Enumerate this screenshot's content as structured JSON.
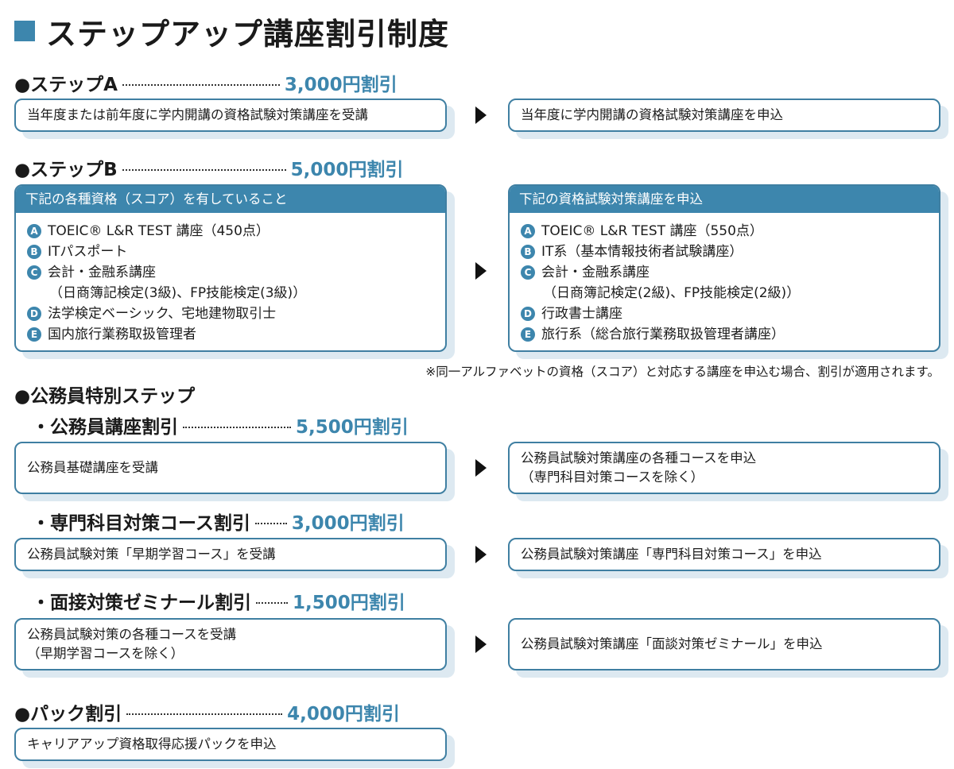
{
  "title": "ステップアップ講座割引制度",
  "stepA": {
    "name": "●ステップA",
    "discount": "3,000円割引",
    "left": "当年度または前年度に学内開講の資格試験対策講座を受講",
    "right": "当年度に学内開講の資格試験対策講座を申込"
  },
  "stepB": {
    "name": "●ステップB",
    "discount": "5,000円割引",
    "left": {
      "header": "下記の各種資格（スコア）を有していること",
      "items": [
        {
          "badge": "A",
          "lines": [
            "TOEIC® L&R TEST 講座（450点）"
          ]
        },
        {
          "badge": "B",
          "lines": [
            "ITパスポート"
          ]
        },
        {
          "badge": "C",
          "lines": [
            "会計・金融系講座",
            "（日商簿記検定(3級)、FP技能検定(3級)）"
          ]
        },
        {
          "badge": "D",
          "lines": [
            "法学検定ベーシック、宅地建物取引士"
          ]
        },
        {
          "badge": "E",
          "lines": [
            "国内旅行業務取扱管理者"
          ]
        }
      ]
    },
    "right": {
      "header": "下記の資格試験対策講座を申込",
      "items": [
        {
          "badge": "A",
          "lines": [
            "TOEIC® L&R TEST 講座（550点）"
          ]
        },
        {
          "badge": "B",
          "lines": [
            "IT系（基本情報技術者試験講座）"
          ]
        },
        {
          "badge": "C",
          "lines": [
            "会計・金融系講座",
            "（日商簿記検定(2級)、FP技能検定(2級)）"
          ]
        },
        {
          "badge": "D",
          "lines": [
            "行政書士講座"
          ]
        },
        {
          "badge": "E",
          "lines": [
            "旅行系（総合旅行業務取扱管理者講座）"
          ]
        }
      ]
    },
    "note": "※同一アルファベットの資格（スコア）と対応する講座を申込む場合、割引が適用されます。"
  },
  "koumuin": {
    "name": "●公務員特別ステップ",
    "sub1": {
      "name": "・公務員講座割引",
      "discount": "5,500円割引",
      "left": [
        "公務員基礎講座を受講"
      ],
      "right": [
        "公務員試験対策講座の各種コースを申込",
        "（専門科目対策コースを除く）"
      ]
    },
    "sub2": {
      "name": "・専門科目対策コース割引",
      "discount": "3,000円割引",
      "left": [
        "公務員試験対策「早期学習コース」を受講"
      ],
      "right": [
        "公務員試験対策講座「専門科目対策コース」を申込"
      ]
    },
    "sub3": {
      "name": "・面接対策ゼミナール割引",
      "discount": "1,500円割引",
      "left": [
        "公務員試験対策の各種コースを受講",
        "（早期学習コースを除く）"
      ],
      "right": [
        "公務員試験対策講座「面談対策ゼミナール」を申込"
      ]
    }
  },
  "pack": {
    "name": "●パック割引",
    "discount": "4,000円割引",
    "box": "キャリアアップ資格取得応援パックを申込"
  }
}
